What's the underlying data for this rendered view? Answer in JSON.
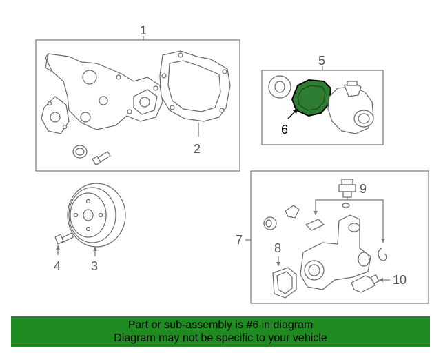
{
  "callouts": {
    "p1": "1",
    "p2": "2",
    "p3": "3",
    "p4": "4",
    "p5": "5",
    "p6": "6",
    "p7": "7",
    "p8": "8",
    "p9": "9",
    "p10": "10"
  },
  "banner": {
    "line1": "Part or sub-assembly is #6 in diagram",
    "line2": "Diagram may not be specific to your vehicle"
  },
  "colors": {
    "highlight": "#2e7d32",
    "banner": "#1f8a1f",
    "linework": "#666666"
  }
}
